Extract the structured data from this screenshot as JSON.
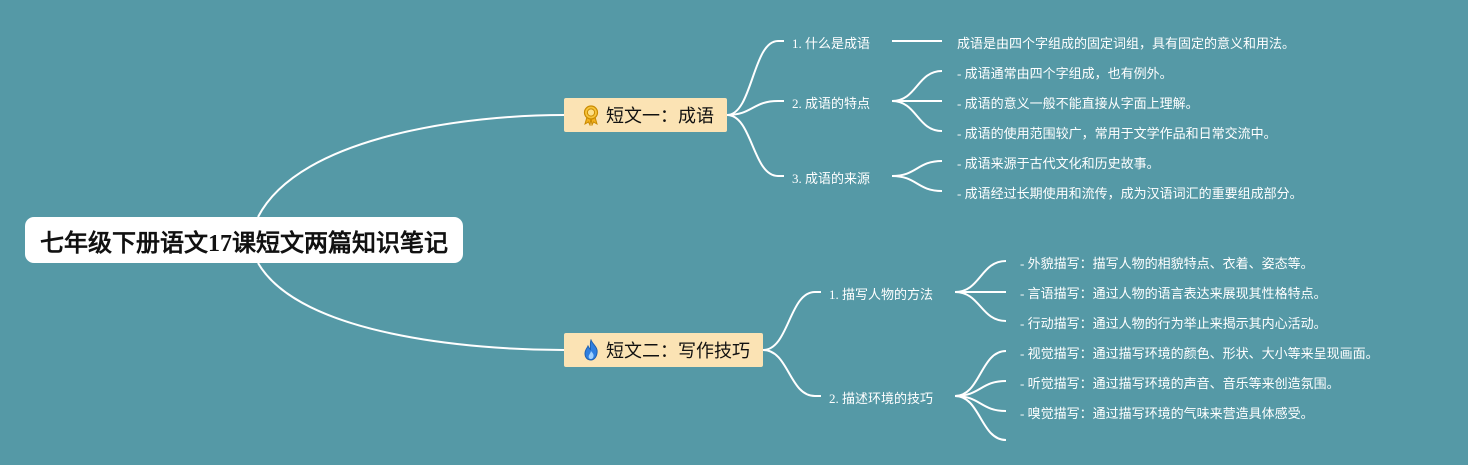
{
  "root": {
    "title": "七年级下册语文17课短文两篇知识笔记"
  },
  "branches": [
    {
      "label": "短文一：成语",
      "icon": "award-ribbon-icon",
      "topics": [
        {
          "label": "1. 什么是成语",
          "details": [
            "成语是由四个字组成的固定词组，具有固定的意义和用法。"
          ]
        },
        {
          "label": "2. 成语的特点",
          "details": [
            "- 成语通常由四个字组成，也有例外。",
            "- 成语的意义一般不能直接从字面上理解。",
            "- 成语的使用范围较广，常用于文学作品和日常交流中。"
          ]
        },
        {
          "label": "3. 成语的来源",
          "details": [
            "- 成语来源于古代文化和历史故事。",
            "- 成语经过长期使用和流传，成为汉语词汇的重要组成部分。"
          ]
        }
      ]
    },
    {
      "label": "短文二：写作技巧",
      "icon": "fire-icon",
      "topics": [
        {
          "label": "1. 描写人物的方法",
          "details": [
            "- 外貌描写：描写人物的相貌特点、衣着、姿态等。",
            "- 言语描写：通过人物的语言表达来展现其性格特点。",
            "- 行动描写：通过人物的行为举止来揭示其内心活动。"
          ]
        },
        {
          "label": "2. 描述环境的技巧",
          "details": [
            "- 视觉描写：通过描写环境的颜色、形状、大小等来呈现画面。",
            "- 听觉描写：通过描写环境的声音、音乐等来创造氛围。",
            "- 嗅觉描写：通过描写环境的气味来营造具体感受。",
            ""
          ]
        }
      ]
    }
  ],
  "colors": {
    "background": "#5599a6",
    "branch_fill": "#fbe3b4",
    "line": "#ffffff",
    "award_icon": "#f2b01e",
    "fire_icon": "#2f7fe0"
  }
}
